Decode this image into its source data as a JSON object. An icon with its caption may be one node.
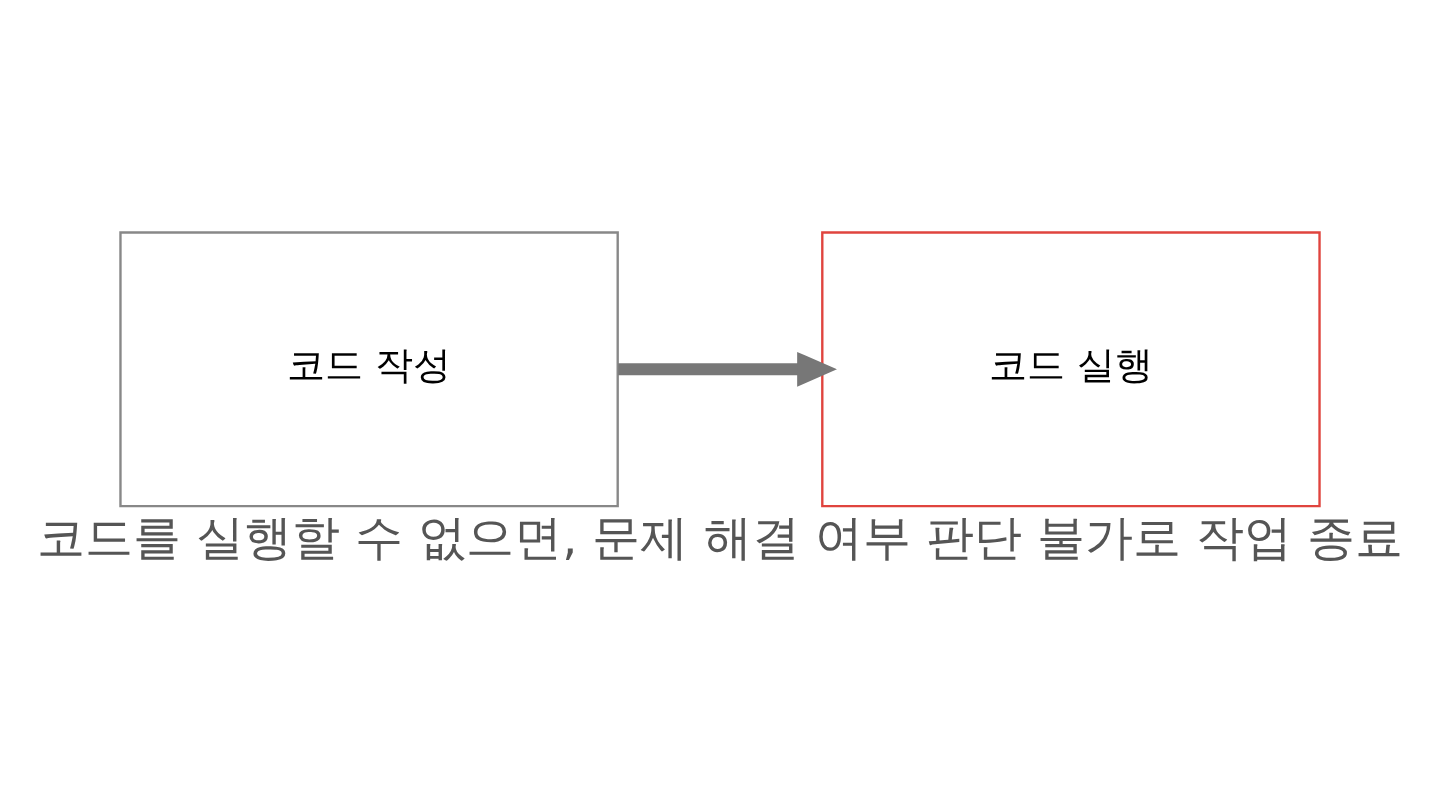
{
  "diagram": {
    "caption": "코드를 실행할 수 없으면, 문제 해결 여부 판단 불가로 작업 종료",
    "nodes": [
      {
        "text": [
          "코드 작성"
        ]
      },
      {
        "text": [
          "코드 실행"
        ]
      }
    ],
    "edges": [
      {
        "from": 0,
        "to": 1,
        "arrow": "to"
      }
    ]
  }
}
